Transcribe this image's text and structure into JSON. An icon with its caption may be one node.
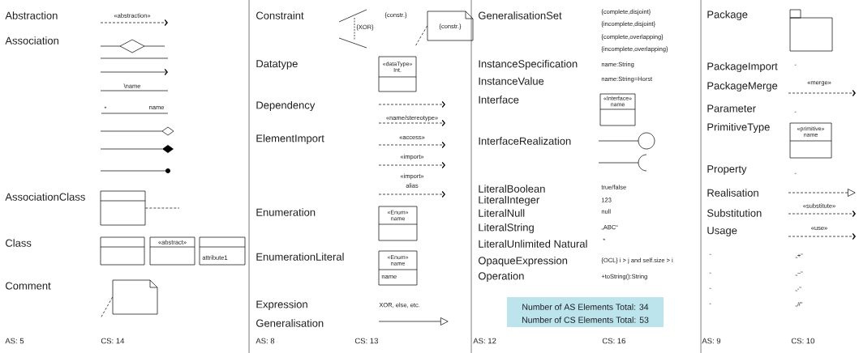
{
  "diagram": {
    "nodes": [
      {
        "text": [],
        "shape": "box"
      },
      {
        "text": [],
        "shape": "box"
      },
      {
        "text": [
          "«abstract»"
        ]
      },
      {
        "text": [
          "attribute1"
        ]
      },
      {
        "text": [],
        "shape": "note"
      },
      {
        "text": [
          "{constr.}"
        ]
      },
      {
        "text": [
          "«dataType» Int."
        ]
      },
      {
        "text": [
          "«Enum» name"
        ]
      },
      {
        "text": [
          "«Enum» name",
          "name"
        ]
      },
      {
        "text": [
          "«Interface» name"
        ]
      },
      {
        "text": [
          "Number of AS Elements Total: 34",
          "Number of CS Elements Total: 53"
        ]
      },
      {
        "text": [],
        "shape": "folder"
      },
      {
        "text": [
          "«primitive» name"
        ]
      }
    ],
    "edges": [
      {
        "from": 0,
        "to": null,
        "arrow": "none",
        "style": "dashed"
      },
      {
        "from": 4,
        "to": null,
        "arrow": "none",
        "style": "dashed"
      },
      {
        "from": 5,
        "to": null,
        "arrow": "none",
        "style": "dashed"
      }
    ],
    "labels": [
      "Abstraction",
      "«abstraction»",
      "Association",
      "\\name",
      "*",
      "name",
      "AssociationClass",
      "Class",
      "Comment",
      "AS: 5",
      "CS: 14",
      "Constraint",
      "{constr.}",
      "{XOR}",
      "Datatype",
      "Dependency",
      "«name/stereotype»",
      "ElementImport",
      "«access»",
      "«import»",
      "«import»",
      "alias",
      "Enumeration",
      "EnumerationLiteral",
      "Expression",
      "XOR, else, etc.",
      "Generalisation",
      "AS: 8",
      "CS: 13",
      "GeneralisationSet",
      "{complete,disjoint}",
      "{incomplete,disjoint}",
      "{complete,overlapping}",
      "{incomplete,overlapping}",
      "InstanceSpecification",
      "name:String",
      "InstanceValue",
      "name:String=Horst",
      "Interface",
      "InterfaceRealization",
      "LiteralBoolean",
      "true/false",
      "LiteralInteger",
      "123",
      "LiteralNull",
      "null",
      "LiteralString",
      "„ABC“",
      "LiteralUnlimited Natural",
      "*",
      "OpaqueExpression",
      "{OCL} i > j and self.size > i",
      "Operation",
      "+toString():String",
      "AS: 12",
      "CS: 16",
      "Package",
      "PackageImport",
      "-",
      "PackageMerge",
      "«merge»",
      "Parameter",
      "-",
      "PrimitiveType",
      "Property",
      "-",
      "Realisation",
      "«substitute»",
      "Substitution",
      "«use»",
      "Usage",
      "-",
      "„+“",
      "-",
      "„~“",
      "-",
      "„-“",
      "-",
      "„#“",
      "AS: 9",
      "CS: 10"
    ]
  }
}
